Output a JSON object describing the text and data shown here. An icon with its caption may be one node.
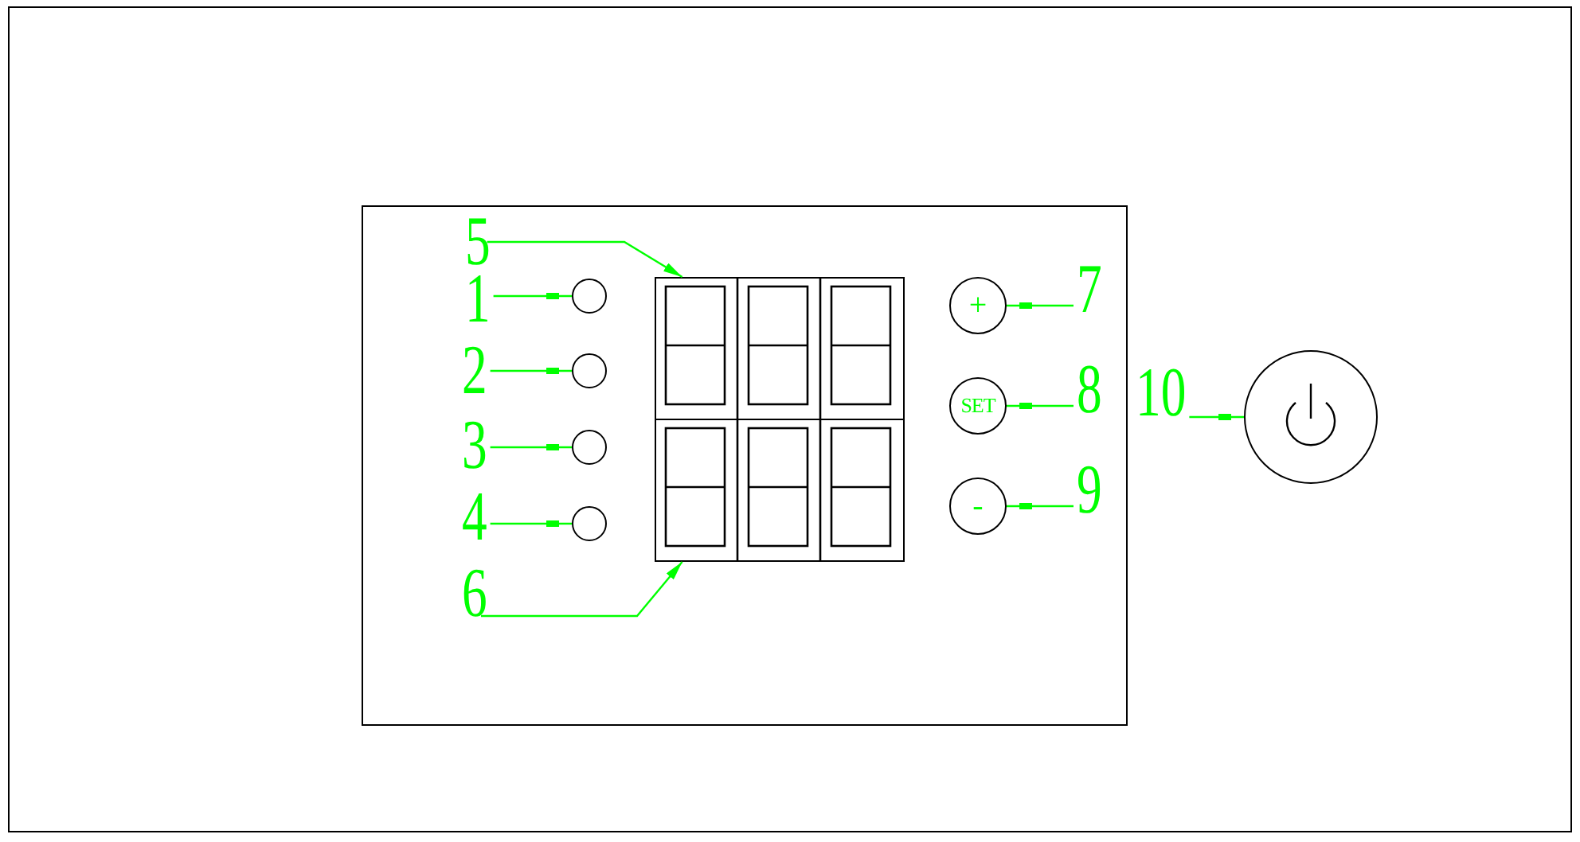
{
  "diagram": {
    "nodes": [
      {
        "text": [
          "5"
        ]
      },
      {
        "text": [
          "1"
        ]
      },
      {
        "text": [
          "2"
        ]
      },
      {
        "text": [
          "3"
        ]
      },
      {
        "text": [
          "4"
        ]
      },
      {
        "text": [
          "6"
        ]
      },
      {
        "text": [
          "7"
        ]
      },
      {
        "text": [
          "8"
        ]
      },
      {
        "text": [
          "9"
        ]
      },
      {
        "text": [
          "10"
        ]
      },
      {
        "text": [],
        "shape": "circle"
      },
      {
        "text": [],
        "shape": "circle"
      },
      {
        "text": [],
        "shape": "circle"
      },
      {
        "text": [],
        "shape": "circle"
      },
      {
        "text": [],
        "shape": "box"
      },
      {
        "text": [],
        "shape": "box"
      },
      {
        "text": [
          "+"
        ]
      },
      {
        "text": [
          "SET"
        ]
      },
      {
        "text": [
          "-"
        ]
      },
      {
        "text": [],
        "shape": "circle"
      }
    ],
    "edges": [
      {
        "from": 0,
        "to": 14,
        "arrow": "to"
      },
      {
        "from": 1,
        "to": 10,
        "arrow": "other"
      },
      {
        "from": 2,
        "to": 11,
        "arrow": "other"
      },
      {
        "from": 3,
        "to": 12,
        "arrow": "other"
      },
      {
        "from": 4,
        "to": 13,
        "arrow": "other"
      },
      {
        "from": 5,
        "to": 15,
        "arrow": "to"
      },
      {
        "from": 6,
        "to": 16,
        "arrow": "other"
      },
      {
        "from": 7,
        "to": 17,
        "arrow": "other"
      },
      {
        "from": 8,
        "to": 18,
        "arrow": "other"
      },
      {
        "from": 9,
        "to": 19,
        "arrow": "other"
      }
    ]
  }
}
